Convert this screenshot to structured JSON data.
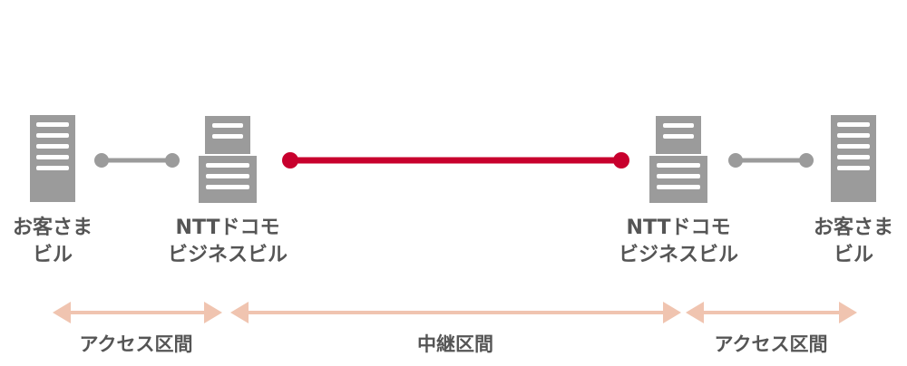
{
  "colors": {
    "server": "#9b9b9b",
    "server_slot": "#ffffff",
    "access_line": "#9b9b9b",
    "relay_line": "#c8002d",
    "segment_arrow": "#f0c4b0",
    "text": "#555555"
  },
  "nodes": [
    {
      "kind": "customer-building",
      "icon": "tower-server-icon",
      "line1": "お客さま",
      "line2": "ビル"
    },
    {
      "kind": "ntt-building",
      "icon": "stacked-server-icon",
      "line1": "NTTドコモ",
      "line2": "ビジネスビル"
    },
    {
      "kind": "ntt-building",
      "icon": "stacked-server-icon",
      "line1": "NTTドコモ",
      "line2": "ビジネスビル"
    },
    {
      "kind": "customer-building",
      "icon": "tower-server-icon",
      "line1": "お客さま",
      "line2": "ビル"
    }
  ],
  "segments": [
    {
      "label": "アクセス区間"
    },
    {
      "label": "中継区間"
    },
    {
      "label": "アクセス区間"
    }
  ]
}
